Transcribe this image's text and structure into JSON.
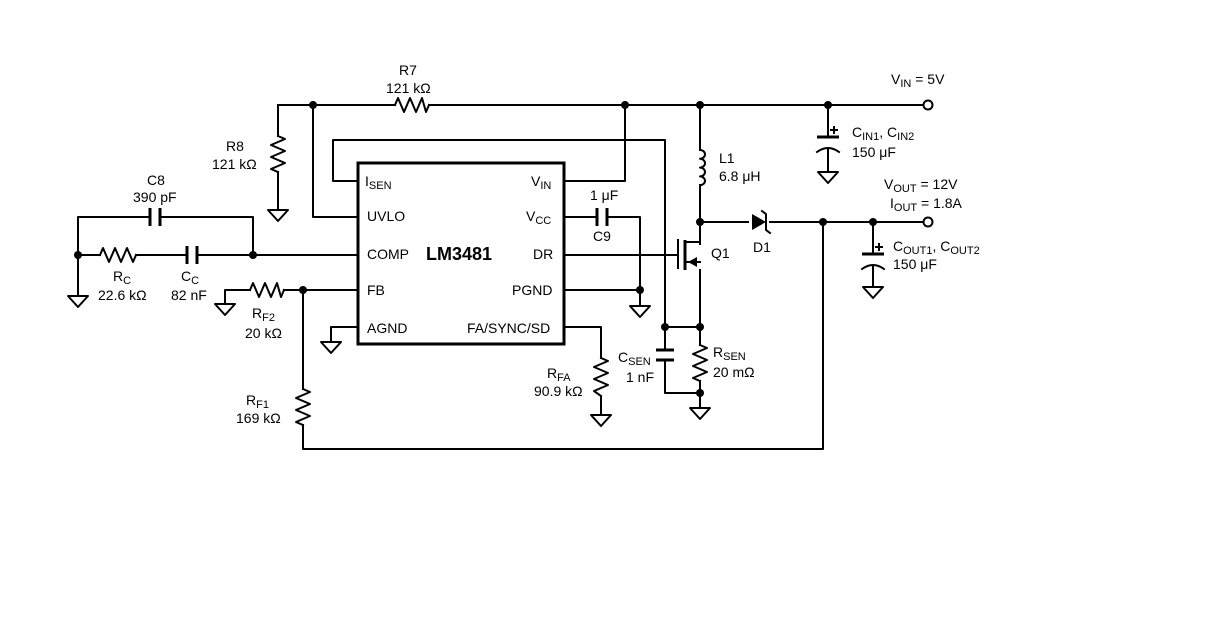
{
  "ic": {
    "name": "LM3481",
    "pins_left": [
      "I",
      "UVLO",
      "COMP",
      "FB",
      "AGND"
    ],
    "pin_isen_sub": "SEN",
    "pins_right_vin": "V",
    "pins_right_vin_sub": "IN",
    "pins_right_vcc": "V",
    "pins_right_vcc_sub": "CC",
    "pin_dr": "DR",
    "pin_pgnd": "PGND",
    "pin_fa": "FA/SYNC/SD"
  },
  "components": {
    "r7": {
      "name": "R7",
      "value": "121 kΩ"
    },
    "r8": {
      "name": "R8",
      "value": "121 kΩ"
    },
    "c8": {
      "name": "C8",
      "value": "390 pF"
    },
    "rc": {
      "name": "R",
      "sub": "C",
      "value": "22.6 kΩ"
    },
    "cc": {
      "name": "C",
      "sub": "C",
      "value": "82 nF"
    },
    "rf2": {
      "name": "R",
      "sub": "F2",
      "value": "20 kΩ"
    },
    "rf1": {
      "name": "R",
      "sub": "F1",
      "value": "169 kΩ"
    },
    "c9": {
      "name": "C9",
      "value": "1 μF"
    },
    "rfa": {
      "name": "R",
      "sub": "FA",
      "value": "90.9 kΩ"
    },
    "csen": {
      "name": "C",
      "sub": "SEN",
      "value": "1 nF"
    },
    "rsen": {
      "name": "R",
      "sub": "SEN",
      "value": "20 mΩ"
    },
    "l1": {
      "name": "L1",
      "value": "6.8 μH"
    },
    "q1": {
      "name": "Q1"
    },
    "d1": {
      "name": "D1"
    },
    "cin": {
      "name1": "C",
      "sub1": "IN1",
      "sep": ", ",
      "name2": "C",
      "sub2": "IN2",
      "value": "150 μF"
    },
    "cout": {
      "name1": "C",
      "sub1": "OUT1",
      "sep": ", ",
      "name2": "C",
      "sub2": "OUT2",
      "value": "150 μF"
    }
  },
  "rails": {
    "vin": {
      "name": "V",
      "sub": "IN",
      "value": " = 5V"
    },
    "vout": {
      "name": "V",
      "sub": "OUT",
      "value": " = 12V"
    },
    "iout": {
      "name": "I",
      "sub": "OUT",
      "value": " = 1.8A"
    }
  },
  "colors": {
    "line": "#000000",
    "background": "#ffffff"
  }
}
